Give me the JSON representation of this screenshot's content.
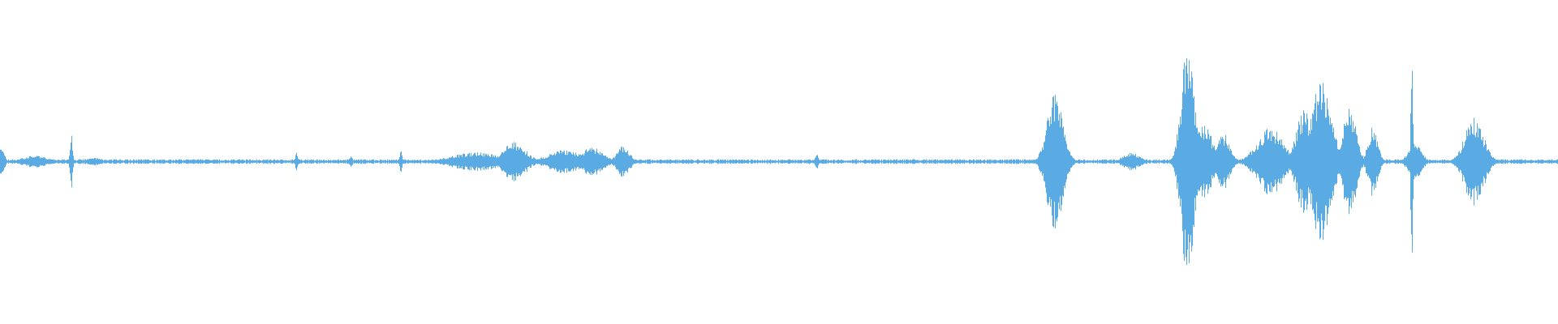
{
  "waveform": {
    "color": "#5aaae4",
    "background": "#ffffff",
    "amplitude_range": [
      -1,
      1
    ],
    "time_range": [
      0,
      1
    ],
    "noise_floor": 0.012,
    "bursts": [
      {
        "t": 0.001,
        "w": 0.0015,
        "a": 0.13
      },
      {
        "t": 0.022,
        "w": 0.008,
        "a": 0.045
      },
      {
        "t": 0.0455,
        "w": 0.0008,
        "a": 0.23
      },
      {
        "t": 0.06,
        "w": 0.005,
        "a": 0.03
      },
      {
        "t": 0.19,
        "w": 0.0008,
        "a": 0.07
      },
      {
        "t": 0.225,
        "w": 0.001,
        "a": 0.05
      },
      {
        "t": 0.257,
        "w": 0.0008,
        "a": 0.09
      },
      {
        "t": 0.305,
        "w": 0.015,
        "a": 0.07
      },
      {
        "t": 0.33,
        "w": 0.007,
        "a": 0.15
      },
      {
        "t": 0.362,
        "w": 0.01,
        "a": 0.09
      },
      {
        "t": 0.38,
        "w": 0.007,
        "a": 0.11
      },
      {
        "t": 0.4,
        "w": 0.004,
        "a": 0.12
      },
      {
        "t": 0.524,
        "w": 0.001,
        "a": 0.06
      },
      {
        "t": 0.677,
        "w": 0.005,
        "a": 0.52
      },
      {
        "t": 0.726,
        "w": 0.005,
        "a": 0.07
      },
      {
        "t": 0.762,
        "w": 0.004,
        "a": 0.87
      },
      {
        "t": 0.772,
        "w": 0.006,
        "a": 0.28
      },
      {
        "t": 0.785,
        "w": 0.004,
        "a": 0.22
      },
      {
        "t": 0.815,
        "w": 0.008,
        "a": 0.26
      },
      {
        "t": 0.837,
        "w": 0.005,
        "a": 0.4
      },
      {
        "t": 0.848,
        "w": 0.006,
        "a": 0.62
      },
      {
        "t": 0.866,
        "w": 0.004,
        "a": 0.43
      },
      {
        "t": 0.881,
        "w": 0.003,
        "a": 0.27
      },
      {
        "t": 0.906,
        "w": 0.0006,
        "a": 1.0
      },
      {
        "t": 0.908,
        "w": 0.004,
        "a": 0.15
      },
      {
        "t": 0.946,
        "w": 0.006,
        "a": 0.33
      }
    ]
  }
}
